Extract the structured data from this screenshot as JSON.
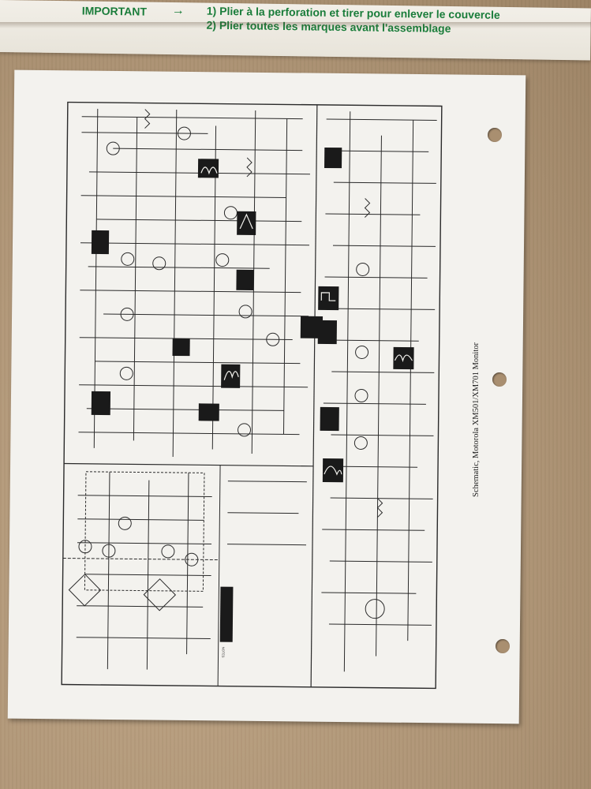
{
  "banner": {
    "important_label": "IMPORTANT",
    "arrow": "→",
    "step1": "1)  Plier à la perforation et tirer pour enlever le couvercle",
    "step2": "2)  Plier toutes les marques avant l'assemblage"
  },
  "sheet": {
    "side_title": "Schematic, Motorola XM501/XM701 Monitor"
  },
  "colors": {
    "banner_text": "#1b7d3b",
    "cardboard": "#b49c7e",
    "paper": "#f3f2ee"
  }
}
